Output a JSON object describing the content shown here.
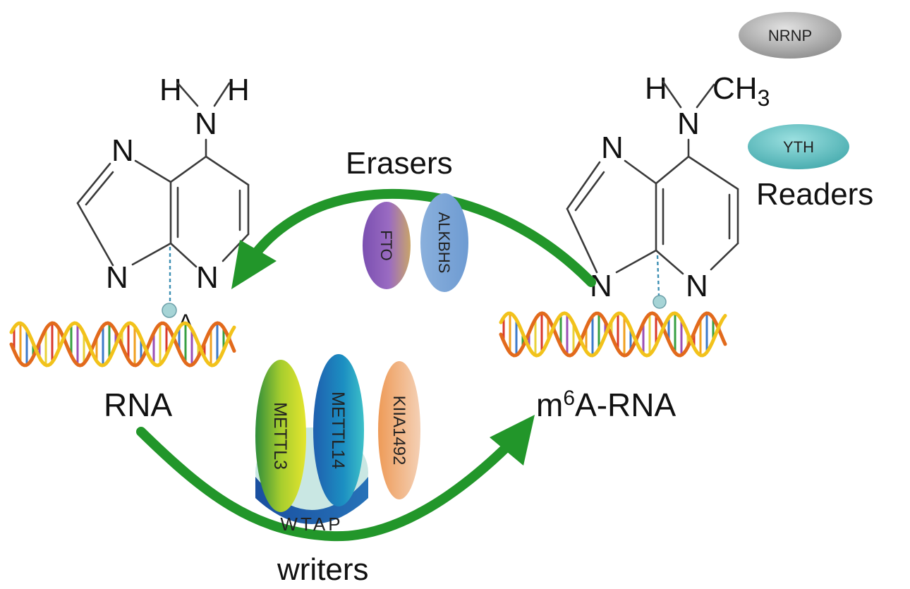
{
  "labels": {
    "erasers": "Erasers",
    "readers": "Readers",
    "writers": "writers",
    "rna": "RNA",
    "m6a_m": "m",
    "m6a_sup": "6",
    "m6a_rest": "A-RNA",
    "site_letter": "A"
  },
  "atoms": {
    "H": "H",
    "N": "N",
    "CH": "CH",
    "three": "3"
  },
  "proteins": {
    "nrnp": "NRNP",
    "yth": "YTH",
    "fto": "FTO",
    "alkbhs": "ALKBHS",
    "mettl3": "METTL3",
    "mettl14": "METTL14",
    "kiia1492": "KIIA1492",
    "wtap": "WTAP"
  },
  "colors": {
    "arrow": "#22962a",
    "dashed_link": "#3d8fb3",
    "site_bead": "#a6d4d6",
    "nrnp": "#9a9a9a",
    "yth": "#5fbfbf"
  }
}
